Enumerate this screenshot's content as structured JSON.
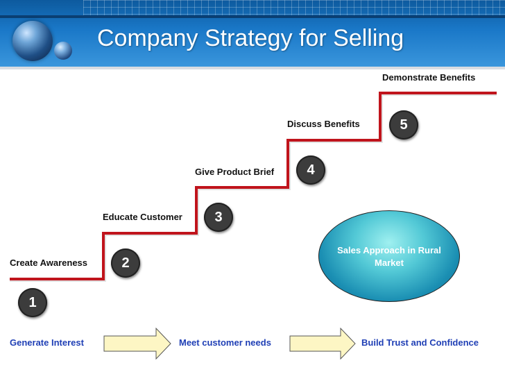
{
  "title": "Company Strategy for Selling",
  "steps": [
    {
      "num": "1",
      "label": "Create Awareness"
    },
    {
      "num": "2",
      "label": "Educate Customer"
    },
    {
      "num": "3",
      "label": "Give Product Brief"
    },
    {
      "num": "4",
      "label": "Discuss Benefits"
    },
    {
      "num": "5",
      "label": "Demonstrate Benefits"
    }
  ],
  "approach": "Sales Approach in Rural Market",
  "bottom": [
    "Generate Interest",
    "Meet customer needs",
    "Build Trust and Confidence"
  ],
  "colors": {
    "stair_line": "#c0141c",
    "bottom_text": "#1f3fb5",
    "arrow_fill": "#fdf6c4"
  }
}
